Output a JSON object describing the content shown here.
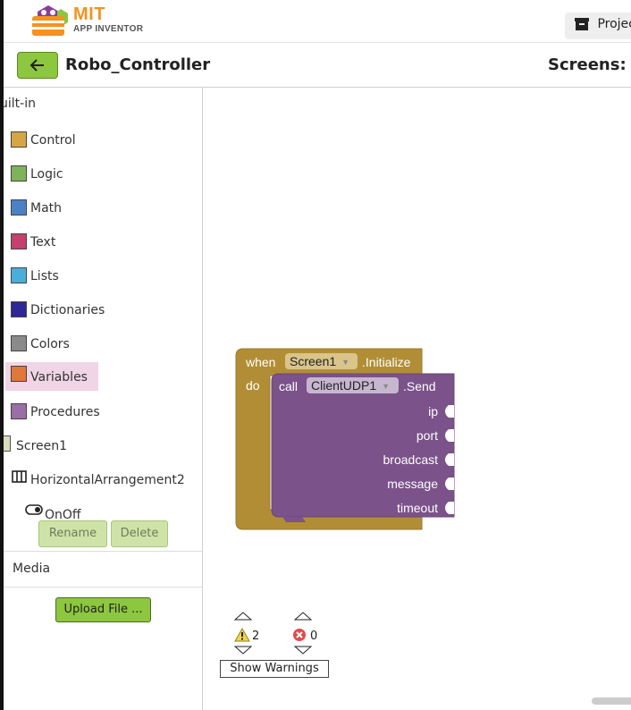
{
  "header": {
    "brand_top": "MIT",
    "brand_sub": "APP INVENTOR",
    "projects_label": "Project",
    "projects_icon": "archive-box-icon"
  },
  "titlebar": {
    "back_icon": "arrow-left-icon",
    "project_name": "Robo_Controller",
    "screens_label": "Screens:"
  },
  "palette": {
    "heading": "uilt-in",
    "builtin": [
      {
        "label": "Control",
        "color": "#d4a645"
      },
      {
        "label": "Logic",
        "color": "#7fb35a"
      },
      {
        "label": "Math",
        "color": "#4c82c4"
      },
      {
        "label": "Text",
        "color": "#c4406e"
      },
      {
        "label": "Lists",
        "color": "#4aaed9"
      },
      {
        "label": "Dictionaries",
        "color": "#2f2796"
      },
      {
        "label": "Colors",
        "color": "#8a8a8a"
      },
      {
        "label": "Variables",
        "color": "#e0783a",
        "selected": true
      },
      {
        "label": "Procedures",
        "color": "#9a6fa5"
      }
    ],
    "components": [
      {
        "label": "Screen1",
        "icon": "screen-icon"
      },
      {
        "label": "HorizontalArrangement2",
        "icon": "horizontal-arrangement-icon"
      },
      {
        "label": "OnOff",
        "icon": "switch-icon"
      }
    ],
    "rename_label": "Rename",
    "delete_label": "Delete",
    "media_heading": "Media",
    "upload_label": "Upload File ..."
  },
  "blocks": {
    "event": {
      "when": "when",
      "component": "Screen1",
      "event_name": ".Initialize",
      "do": "do",
      "color": "#b18e35"
    },
    "call": {
      "call": "call",
      "component": "ClientUDP1",
      "method": ".Send",
      "params": [
        "ip",
        "port",
        "broadcast",
        "message",
        "timeout"
      ],
      "color": "#7b5289"
    }
  },
  "warnings": {
    "warning_count": "2",
    "error_count": "0",
    "show_label": "Show Warnings"
  }
}
